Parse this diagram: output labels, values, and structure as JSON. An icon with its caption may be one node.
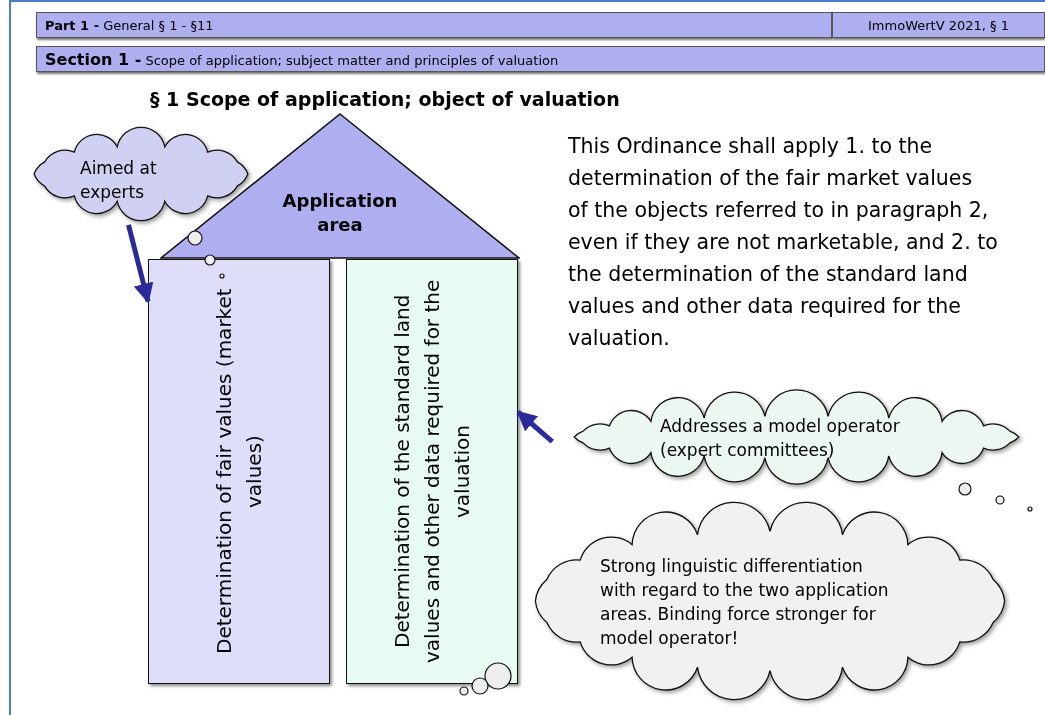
{
  "diagram": {
    "title": "§ 1 Scope of application; object of valuation",
    "nodes": [
      {
        "text": [
          "**Part 1 -** General § 1 - §11"
        ]
      },
      {
        "text": [
          "ImmoWertV 2021, § 1"
        ]
      },
      {
        "text": [
          "**Section 1 -** Scope of application; subject matter and principles of valuation"
        ]
      },
      {
        "text": [
          "Application area"
        ]
      },
      {
        "text": [
          "Determination of fair values (market values)"
        ]
      },
      {
        "text": [
          "Determination of the standard land values and other data required for the valuation"
        ]
      },
      {
        "text": [
          "Aimed at experts"
        ]
      },
      {
        "text": [
          "Addresses a model operator (expert committees)"
        ]
      },
      {
        "text": [
          "Strong linguistic differentiation with regard to the two application areas. Binding force stronger for model operator!"
        ]
      }
    ],
    "edges": [
      {
        "from": 6,
        "to": 4,
        "arrow": "to"
      },
      {
        "from": 7,
        "to": 5,
        "arrow": "to"
      }
    ],
    "labels": [
      "This Ordinance shall apply 1. to the determination of the fair market values of the objects referred to in paragraph 2, even if they are not marketable, and 2. to the determination of the standard land values and other data required for the valuation."
    ]
  }
}
